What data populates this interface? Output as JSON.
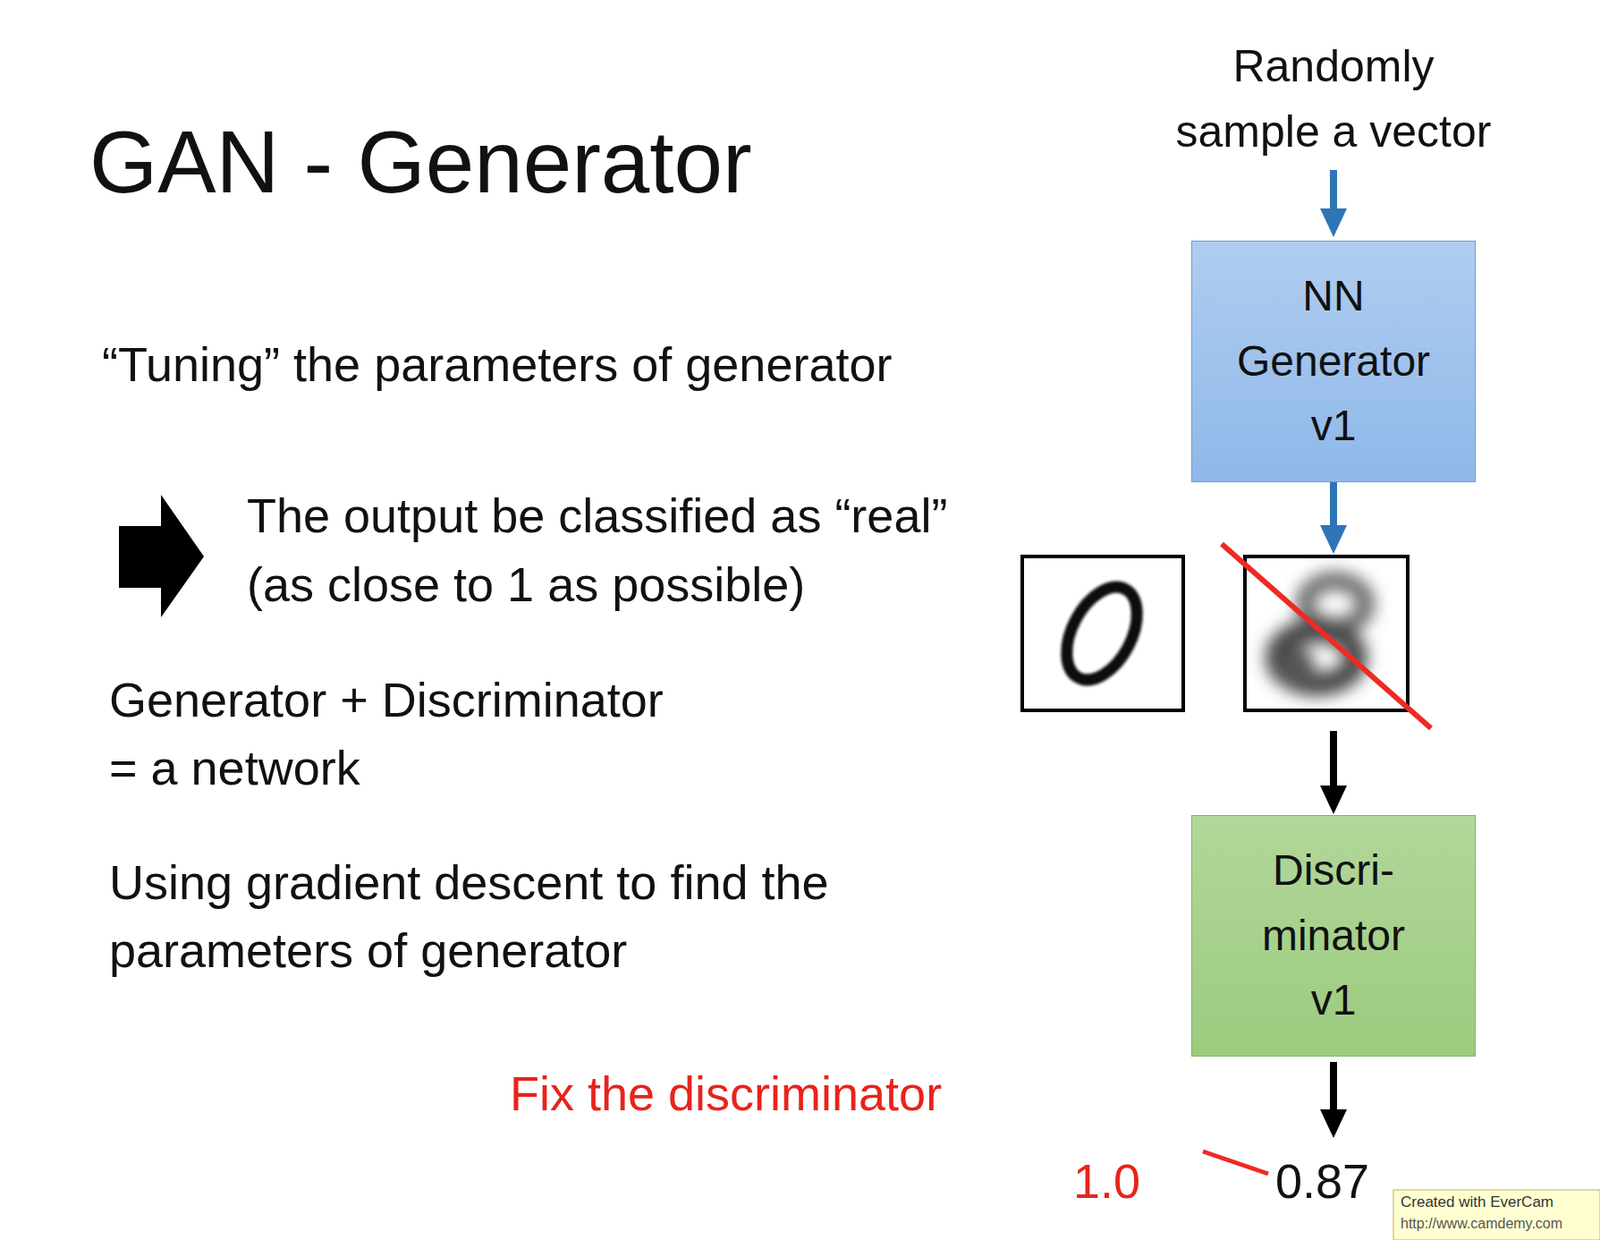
{
  "diagram": {
    "title": "GAN - Generator",
    "nodes": [
      {
        "text": [
          "NN Generator v1"
        ]
      },
      {
        "text": [
          "Discri- minator v1"
        ]
      }
    ],
    "edges": [
      {
        "from": 0,
        "to": 1,
        "arrow": "to"
      }
    ],
    "labels": [
      "Randomly sample a vector",
      "“Tuning” the parameters of generator",
      "The output be classified as “real” (as close to 1 as possible)",
      "Generator + Discriminator = a network",
      "Using gradient descent to find the parameters of generator",
      "Fix the discriminator",
      "1.0",
      "0.87",
      "Created with EverCam",
      "http://www.camdemy.com"
    ]
  }
}
